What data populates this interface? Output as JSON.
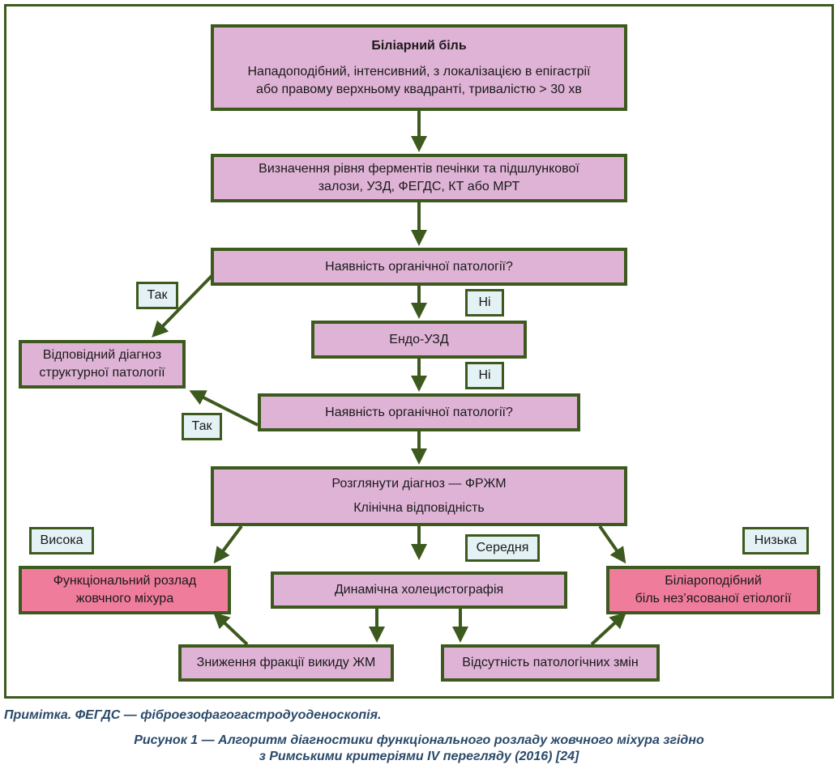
{
  "colors": {
    "border": "#3d5a1e",
    "box_fill": "#dfb3d6",
    "outcome_fill": "#f07c9c",
    "label_fill": "#e4f2f6",
    "caption_text": "#2b4a6a"
  },
  "nodes": {
    "biliary_pain_title": "Біліарний біль",
    "biliary_pain_line1": "Нападоподібний, інтенсивний, з локалізацією в епігастрії",
    "biliary_pain_line2": "або правому верхньому квадранті, тривалістю > 30 хв",
    "enzymes_line1": "Визначення рівня ферментів печінки та підшлункової",
    "enzymes_line2": "залози, УЗД, ФЕГДС, КТ або МРТ",
    "organic_1": "Наявність органічної патології?",
    "endo_usd": "Ендо-УЗД",
    "organic_2": "Наявність органічної патології?",
    "structural_line1": "Відповідний діагноз",
    "structural_line2": "структурної патології",
    "consider_line1": "Розглянути діагноз — ФРЖМ",
    "consider_line2": "Клінічна відповідність",
    "functional_line1": "Функціональний розлад",
    "functional_line2": "жовчного міхура",
    "cholecysto": "Динамічна холецистографія",
    "biliary_like_line1": "Біліароподібний",
    "biliary_like_line2": "біль нез’ясованої етіології",
    "ef_decrease": "Зниження фракції викиду ЖМ",
    "no_changes": "Відсутність патологічних змін"
  },
  "labels": {
    "yes_1": "Так",
    "no_1": "Ні",
    "no_2": "Ні",
    "yes_2": "Так",
    "high": "Висока",
    "medium": "Середня",
    "low": "Низька"
  },
  "note": "Примітка. ФЕГДС — фіброезофагогастродуоденоскопія.",
  "caption_line1": "Рисунок 1 — Алгоритм діагностики функціонального розладу жовчного міхура згідно",
  "caption_line2": "з Римськими критеріями IV перегляду (2016) [24]"
}
